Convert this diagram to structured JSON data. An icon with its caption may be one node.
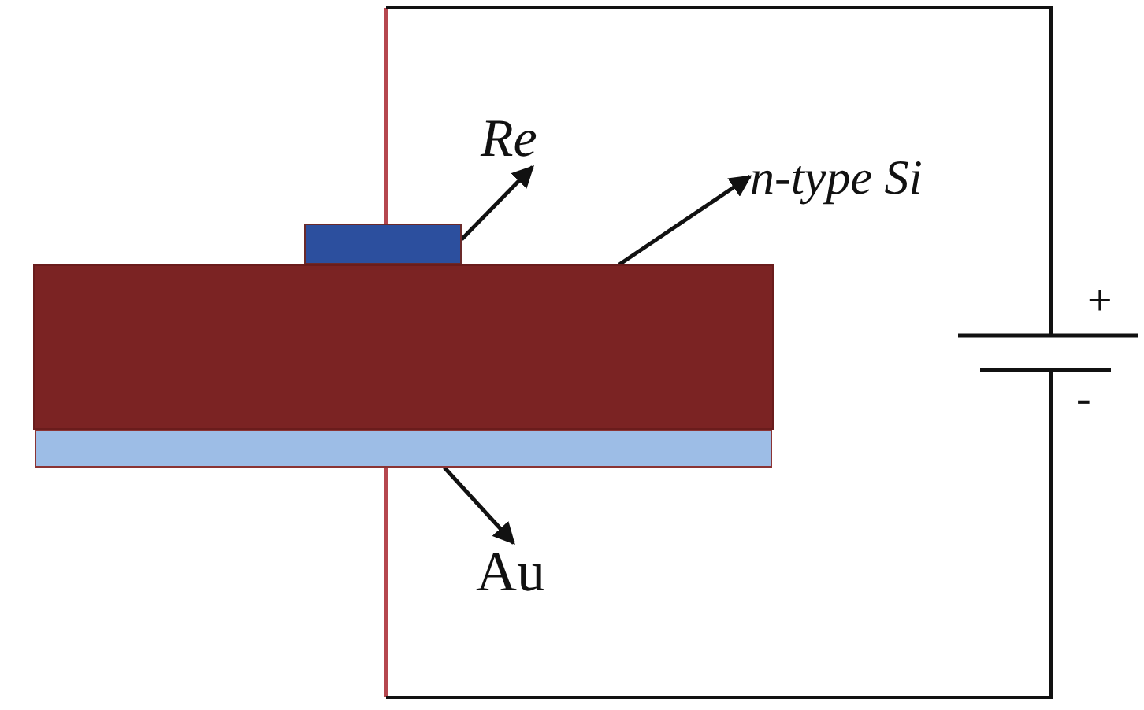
{
  "diagram": {
    "nodes": [
      {
        "text": [
          "Re"
        ]
      },
      {
        "text": [
          "n-type Si"
        ]
      },
      {
        "text": [],
        "shape": "box"
      },
      {
        "text": [],
        "shape": "box"
      },
      {
        "text": [],
        "shape": "box"
      },
      {
        "text": [
          "Au"
        ]
      }
    ],
    "edges": [
      {
        "from": 2,
        "to": 0,
        "arrow": "to"
      },
      {
        "from": 3,
        "to": 1,
        "arrow": "to"
      },
      {
        "from": 4,
        "to": 5,
        "arrow": "to"
      }
    ],
    "labels": [
      "+",
      "-"
    ]
  }
}
